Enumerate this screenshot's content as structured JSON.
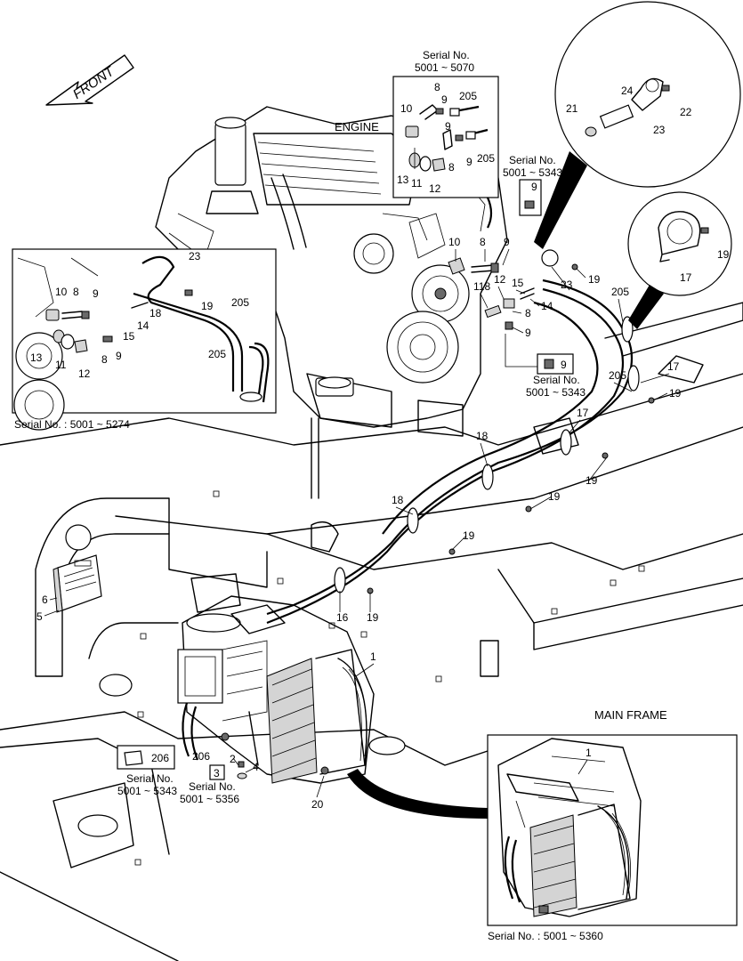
{
  "direction": {
    "front_label": "FRONT"
  },
  "section_titles": {
    "engine": "ENGINE",
    "main_frame": "MAIN FRAME"
  },
  "serial_labels": {
    "top_box_title": "Serial No.",
    "top_box_range": "5001 ~ 5070",
    "clamp_title": "Serial No.",
    "clamp_range": "5001 ~ 5343",
    "mid_clamp_title": "Serial No.",
    "mid_clamp_range": "5001 ~ 5343",
    "left_inset": "Serial No. : 5001 ~ 5274",
    "bottom_206_title": "Serial No.",
    "bottom_206_range": "5001 ~ 5343",
    "bottom_3_title": "Serial No.",
    "bottom_3_range": "5001 ~ 5356",
    "main_frame_inset": "Serial No. : 5001 ~ 5360"
  },
  "callouts": {
    "c1": "1",
    "c2": "2",
    "c3": "3",
    "c4": "4",
    "c5": "5",
    "c6": "6",
    "c8": "8",
    "c9": "9",
    "c10": "10",
    "c11": "11",
    "c12": "12",
    "c13": "13",
    "c14": "14",
    "c15": "15",
    "c16": "16",
    "c17": "17",
    "c18": "18",
    "c19": "19",
    "c20": "20",
    "c21": "21",
    "c22": "22",
    "c23": "23",
    "c24": "24",
    "c205": "205",
    "c206": "206",
    "c118": "118"
  }
}
